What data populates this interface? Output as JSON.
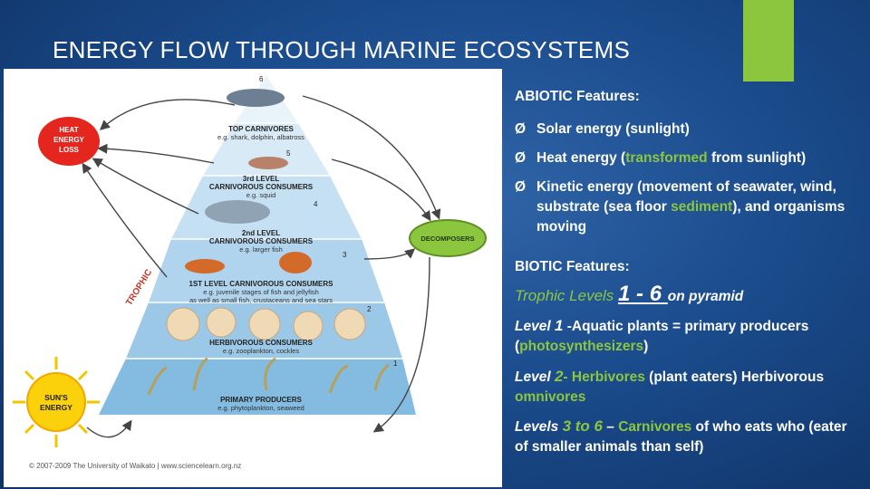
{
  "title": "ENERGY FLOW THROUGH MARINE ECOSYSTEMS",
  "colors": {
    "background": "#1b4c8d",
    "accent": "#8cc63f",
    "text": "#ffffff"
  },
  "diagram": {
    "heat_loss": [
      "HEAT",
      "ENERGY",
      "LOSS"
    ],
    "sun": [
      "SUN'S",
      "ENERGY"
    ],
    "decomposers": "DECOMPOSERS",
    "trophic_word": "TROPHIC",
    "levels": [
      {
        "num": "6",
        "title": [
          "TOP CARNIVORES"
        ],
        "example": "e.g. shark, dolphin, albatross"
      },
      {
        "num": "5",
        "title": [
          "3rd LEVEL",
          "CARNIVOROUS CONSUMERS"
        ],
        "example": "e.g. squid"
      },
      {
        "num": "4",
        "title": [
          "2nd LEVEL",
          "CARNIVOROUS CONSUMERS"
        ],
        "example": "e.g. larger fish"
      },
      {
        "num": "3",
        "title": [
          "1ST LEVEL CARNIVOROUS CONSUMERS"
        ],
        "example": [
          "e.g. juvenile stages of fish and jellyfish",
          "as well as small fish, crustaceans and sea stars"
        ]
      },
      {
        "num": "2",
        "title": [
          "HERBIVOROUS CONSUMERS"
        ],
        "example": "e.g. zooplankton, cockles"
      },
      {
        "num": "1",
        "title": [
          "PRIMARY PRODUCERS"
        ],
        "example": "e.g. phytoplankton, seaweed"
      }
    ],
    "copyright": "© 2007-2009 The University of Waikato | www.sciencelearn.org.nz"
  },
  "text": {
    "abiotic_heading": "ABIOTIC Features:",
    "bullet_arrow": "Ø",
    "b1": "Solar energy (sunlight)",
    "b2a": "Heat energy (",
    "b2g": "transformed",
    "b2b": " from sunlight)",
    "b3a": "Kinetic energy (movement of seawater, wind, substrate (sea floor ",
    "b3g": "sediment",
    "b3b": "), and organisms moving",
    "biotic_heading": "BIOTIC Features:",
    "tl_a": "Trophic",
    "tl_b": " Levels ",
    "tl_c": "1 - 6 ",
    "tl_d": "on pyramid",
    "l1_a": "Level ",
    "l1_b": "1",
    "l1_c": " -Aquatic plants = primary producers (",
    "l1_d": "photosynthesizers",
    "l1_e": ")",
    "l2_a": "Level ",
    "l2_b": "2",
    "l2_c": "- ",
    "l2_d": "Herbivores",
    "l2_e": " (plant eaters) Herbivorous ",
    "l2_f": "omnivores",
    "l3_a": "Levels ",
    "l3_b": "3 to 6",
    "l3_c": " – ",
    "l3_d": "Carnivores",
    "l3_e": " of who eats who (eater of smaller animals than self)"
  }
}
